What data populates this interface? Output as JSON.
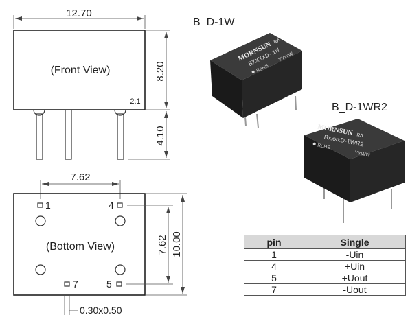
{
  "front": {
    "width_dim": "12.70",
    "height_dim": "8.20",
    "pin_dim": "4.10",
    "label": "(Front View)",
    "scale": "2:1"
  },
  "bottom": {
    "pitch_dim": "7.62",
    "inner_dim": "7.62",
    "outer_dim": "10.00",
    "label": "(Bottom View)",
    "pin_size_dim": "0.30x0.50",
    "pin_labels": [
      "1",
      "4",
      "7",
      "5"
    ]
  },
  "products": [
    {
      "model_title": "B_D-1W",
      "brand": "MORNSUN",
      "part": "BXXXXD-1W",
      "rohs": "RoHS",
      "date_code": "YYWW",
      "cert": "ʀʌ"
    },
    {
      "model_title": "B_D-1WR2",
      "brand": "MORNSUN",
      "part": "BxxxxD-1WR2",
      "rohs": "RoHS",
      "date_code": "YYWW",
      "cert": "ʀʌ"
    }
  ],
  "pin_table": {
    "headers": [
      "pin",
      "Single"
    ],
    "rows": [
      [
        "1",
        "-Uin"
      ],
      [
        "4",
        "+Uin"
      ],
      [
        "5",
        "+Uout"
      ],
      [
        "7",
        "-Uout"
      ]
    ]
  }
}
